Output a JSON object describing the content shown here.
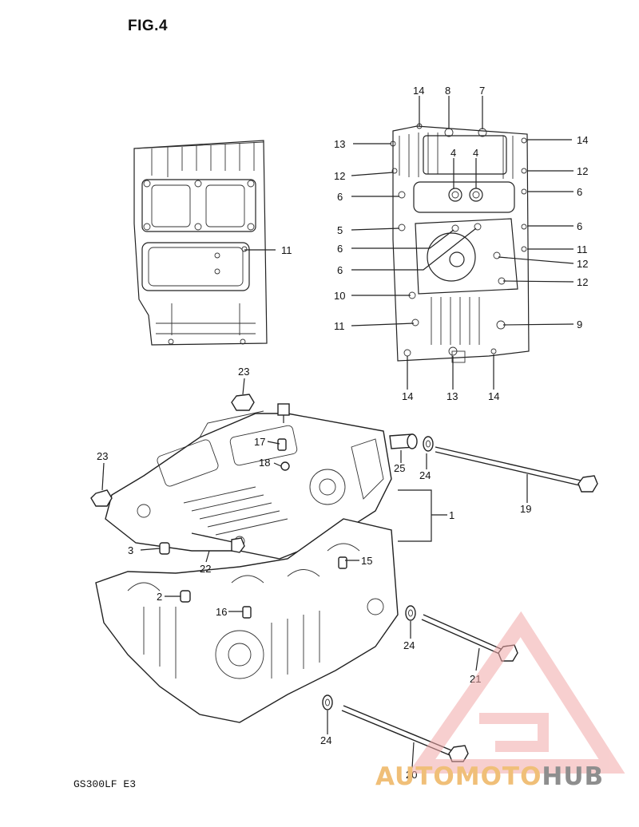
{
  "figure": {
    "title": "FIG.4",
    "model_code": "GS300LF E3"
  },
  "watermark": {
    "part1": "AUTO",
    "part2": "MOTO",
    "part3": "HUB",
    "accent": "#f0bf78",
    "gray": "#8e8e8e",
    "triangle": "#f2a8a8"
  },
  "callouts": {
    "c11_left": "11",
    "c14_tl": "14",
    "c8": "8",
    "c7": "7",
    "c13_t": "13",
    "c14_r": "14",
    "c4a": "4",
    "c4b": "4",
    "c12_l": "12",
    "c12_r": "12",
    "c6_l1": "6",
    "c6_r1": "6",
    "c6_r2": "6",
    "c5": "5",
    "c6_l2": "6",
    "c6_l3": "6",
    "c11_r": "11",
    "c12_r2": "12",
    "c12_r3": "12",
    "c10": "10",
    "c11_l2": "11",
    "c9": "9",
    "c14_b1": "14",
    "c13_b": "13",
    "c14_b2": "14",
    "c23_t": "23",
    "c17": "17",
    "c18": "18",
    "c23_l": "23",
    "c25": "25",
    "c24_t": "24",
    "c19": "19",
    "c1": "1",
    "c3": "3",
    "c22": "22",
    "c15": "15",
    "c2": "2",
    "c16": "16",
    "c24_m": "24",
    "c21": "21",
    "c24_b": "24",
    "c20": "20"
  }
}
